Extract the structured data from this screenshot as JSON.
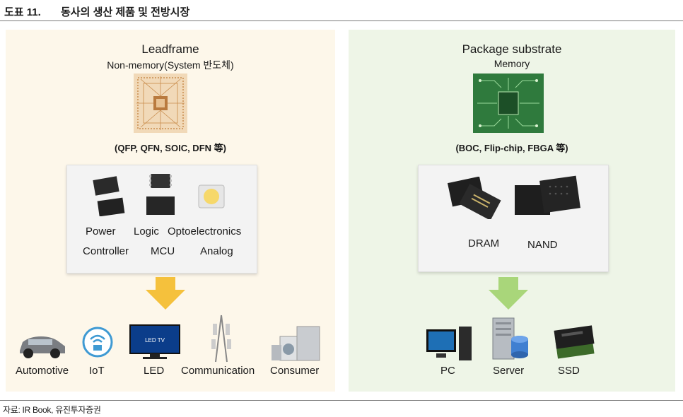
{
  "header": {
    "figure_number": "도표 11.",
    "title": "동사의 생산 제품 및 전방시장"
  },
  "left": {
    "title": "Leadframe",
    "subtitle": "Non-memory(System 반도체)",
    "caption": "(QFP, QFN, SOIC, DFN 等)",
    "products": [
      "Power",
      "Logic",
      "Optoelectronics",
      "Controller",
      "MCU",
      "Analog"
    ],
    "applications": [
      "Automotive",
      "IoT",
      "LED",
      "Communication",
      "Consumer"
    ],
    "tv_label": "LED TV",
    "arrow_color": "#f5c13c"
  },
  "right": {
    "title": "Package substrate",
    "subtitle": "Memory",
    "caption": "(BOC, Flip-chip, FBGA 等)",
    "products": [
      "DRAM",
      "NAND"
    ],
    "applications": [
      "PC",
      "Server",
      "SSD"
    ],
    "arrow_color": "#a9d67a"
  },
  "source": "자료: IR Book, 유진투자증권"
}
